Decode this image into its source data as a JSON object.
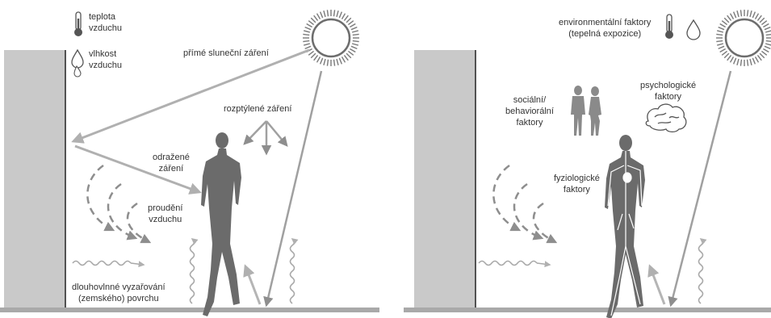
{
  "colors": {
    "background": "#ffffff",
    "wall": "#c9c9c9",
    "ground": "#a9a9a9",
    "arrow": "#b0b0b0",
    "figure": "#6b6b6b",
    "text": "#333333"
  },
  "left_panel": {
    "legend_temperature": [
      "teplota",
      "vzduchu"
    ],
    "legend_humidity": [
      "vlhkost",
      "vzduchu"
    ],
    "direct_radiation": "přímé sluneční záření",
    "diffuse_radiation": "rozptýlené záření",
    "reflected_radiation": [
      "odražené",
      "záření"
    ],
    "air_flow": [
      "proudění",
      "vzduchu"
    ],
    "longwave_radiation": [
      "dlouhovlnné vyzařování",
      "(zemského) povrchu"
    ],
    "icons": [
      "thermometer-icon",
      "water-drop-icon",
      "sun-icon",
      "walking-person-icon"
    ]
  },
  "right_panel": {
    "environmental_factors": [
      "environmentální faktory",
      "(tepelná expozice)"
    ],
    "social_factors": [
      "sociální/",
      "behaviorální",
      "faktory"
    ],
    "psychological_factors": [
      "psychologické",
      "faktory"
    ],
    "physiological_factors": [
      "fyziologické",
      "faktory"
    ],
    "icons": [
      "thermometer-icon",
      "water-drop-icon",
      "sun-icon",
      "couple-icon",
      "brain-icon",
      "walking-person-icon"
    ]
  }
}
